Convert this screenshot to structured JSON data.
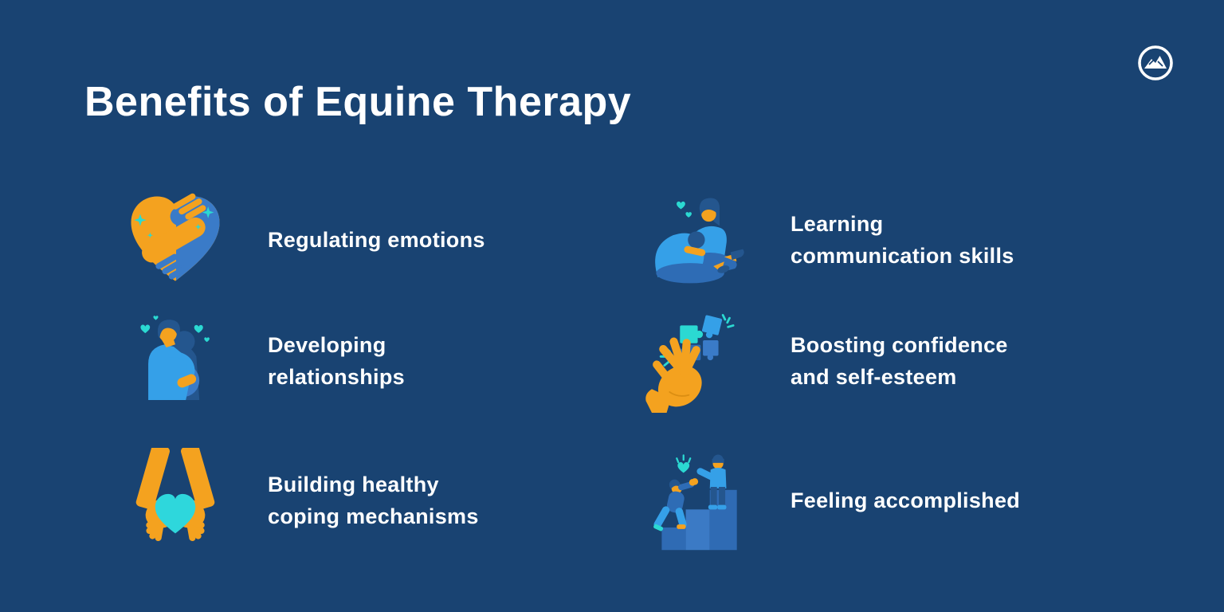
{
  "page": {
    "title": "Benefits of Equine Therapy",
    "background_color": "#194372",
    "text_color": "#FFFFFF"
  },
  "palette": {
    "orange": "#F4A21F",
    "blue": "#3A7BC8",
    "light_blue": "#35A0E8",
    "navy": "#24568E",
    "teal": "#2BD9D2",
    "white": "#FFFFFF"
  },
  "logo": {
    "name": "mountain-circle-logo"
  },
  "benefits": [
    {
      "icon": "heart-handshake-icon",
      "label": "Regulating emotions"
    },
    {
      "icon": "people-sitting-support-icon",
      "label": "Learning\ncommunication skills"
    },
    {
      "icon": "people-hugging-icon",
      "label": "Developing\nrelationships"
    },
    {
      "icon": "hand-puzzle-icon",
      "label": "Boosting confidence\nand self-esteem"
    },
    {
      "icon": "hands-holding-heart-icon",
      "label": "Building healthy\ncoping mechanisms"
    },
    {
      "icon": "people-climbing-stairs-icon",
      "label": "Feeling accomplished"
    }
  ]
}
